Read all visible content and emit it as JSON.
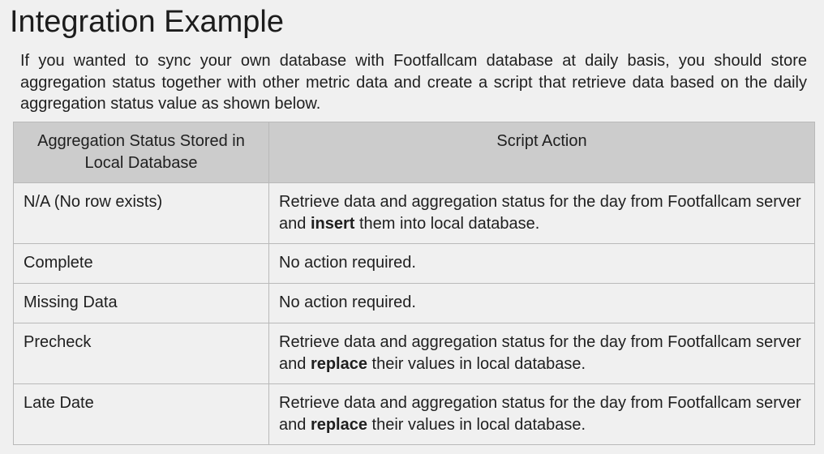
{
  "title": "Integration Example",
  "intro": "If you wanted to sync your own database with Footfallcam database at daily basis, you should store aggregation status together with other metric data and create a script that retrieve data based on the daily aggregation status value as shown below.",
  "table": {
    "headers": [
      "Aggregation Status Stored in Local Database",
      "Script Action"
    ],
    "rows": [
      {
        "status": "N/A (No row exists)",
        "action_pre": "Retrieve data and aggregation status for the day from Footfallcam server and ",
        "action_bold": "insert",
        "action_post": " them into local database."
      },
      {
        "status": "Complete",
        "action_pre": "No action required.",
        "action_bold": "",
        "action_post": ""
      },
      {
        "status": "Missing Data",
        "action_pre": "No action required.",
        "action_bold": "",
        "action_post": ""
      },
      {
        "status": "Precheck",
        "action_pre": "Retrieve data and aggregation status for the day from Footfallcam server and ",
        "action_bold": "replace",
        "action_post": " their values in local database."
      },
      {
        "status": "Late Date",
        "action_pre": "Retrieve data and aggregation status for the day from Footfallcam server and ",
        "action_bold": "replace",
        "action_post": " their values in local database."
      }
    ]
  }
}
